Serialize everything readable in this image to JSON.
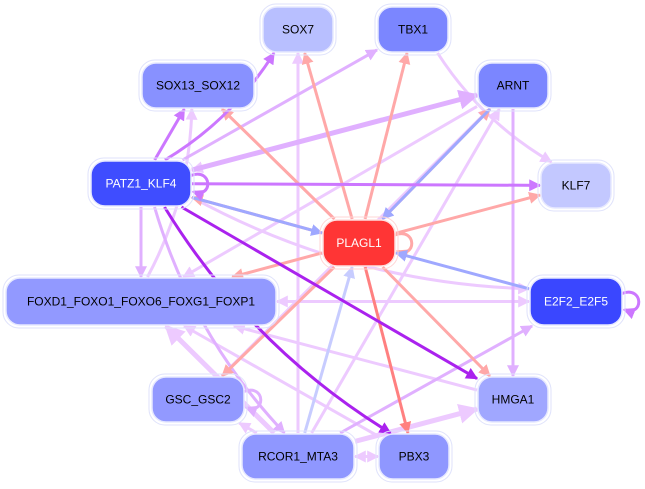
{
  "diagram": {
    "type": "gene-regulatory-network",
    "center_node": "PLAGL1",
    "colors": {
      "edge_pink_red": "#ffa8a8",
      "edge_red": "#ff8080",
      "edge_lilac": "#edcaff",
      "edge_lavender": "#e0b0ff",
      "edge_purple": "#cc77ff",
      "edge_violet": "#aa22ee",
      "edge_blue": "#9fa8ff",
      "edge_lightblue": "#c7ccff"
    },
    "nodes": [
      {
        "id": "SOX7",
        "label": "SOX7",
        "fill": "#b8bfff",
        "text_color": "#000000"
      },
      {
        "id": "TBX1",
        "label": "TBX1",
        "fill": "#7b86ff",
        "text_color": "#000000"
      },
      {
        "id": "SOX13_SOX12",
        "label": "SOX13_SOX12",
        "fill": "#8891ff",
        "text_color": "#000000"
      },
      {
        "id": "ARNT",
        "label": "ARNT",
        "fill": "#7b86ff",
        "text_color": "#000000"
      },
      {
        "id": "PATZ1_KLF4",
        "label": "PATZ1_KLF4",
        "fill": "#3f4dff",
        "text_color": "#ffffff"
      },
      {
        "id": "KLF7",
        "label": "KLF7",
        "fill": "#c3c8ff",
        "text_color": "#000000"
      },
      {
        "id": "PLAGL1",
        "label": "PLAGL1",
        "fill": "#ff3535",
        "text_color": "#ffffff"
      },
      {
        "id": "FOXD1_FOXO1_FOXO6_FOXG1_FOXP1",
        "label": "FOXD1_FOXO1_FOXO6_FOXG1_FOXP1",
        "fill": "#9299ff",
        "text_color": "#000000"
      },
      {
        "id": "E2F2_E2F5",
        "label": "E2F2_E2F5",
        "fill": "#3a47ff",
        "text_color": "#ffffff"
      },
      {
        "id": "GSC_GSC2",
        "label": "GSC_GSC2",
        "fill": "#9299ff",
        "text_color": "#000000"
      },
      {
        "id": "HMGA1",
        "label": "HMGA1",
        "fill": "#a0a7ff",
        "text_color": "#000000"
      },
      {
        "id": "RCOR1_MTA3",
        "label": "RCOR1_MTA3",
        "fill": "#8f97ff",
        "text_color": "#000000"
      },
      {
        "id": "PBX3",
        "label": "PBX3",
        "fill": "#8f97ff",
        "text_color": "#000000"
      }
    ],
    "edges": [
      {
        "from": "PLAGL1",
        "to": "SOX7",
        "color": "edge_pink_red"
      },
      {
        "from": "PLAGL1",
        "to": "TBX1",
        "color": "edge_pink_red"
      },
      {
        "from": "PLAGL1",
        "to": "SOX13_SOX12",
        "color": "edge_pink_red"
      },
      {
        "from": "PLAGL1",
        "to": "ARNT",
        "color": "edge_pink_red"
      },
      {
        "from": "PLAGL1",
        "to": "KLF7",
        "color": "edge_pink_red"
      },
      {
        "from": "PLAGL1",
        "to": "FOXD1_FOXO1_FOXO6_FOXG1_FOXP1",
        "color": "edge_pink_red"
      },
      {
        "from": "PLAGL1",
        "to": "GSC_GSC2",
        "color": "edge_pink_red"
      },
      {
        "from": "PLAGL1",
        "to": "HMGA1",
        "color": "edge_pink_red"
      },
      {
        "from": "PLAGL1",
        "to": "PBX3",
        "color": "edge_red"
      },
      {
        "from": "PLAGL1",
        "to": "PLAGL1",
        "color": "edge_pink_red",
        "self_loop": true
      },
      {
        "from": "PLAGL1",
        "to": "PATZ1_KLF4",
        "color": "edge_pink_red"
      },
      {
        "from": "ARNT",
        "to": "PLAGL1",
        "color": "edge_blue"
      },
      {
        "from": "E2F2_E2F5",
        "to": "PLAGL1",
        "color": "edge_blue"
      },
      {
        "from": "PATZ1_KLF4",
        "to": "PLAGL1",
        "color": "edge_blue"
      },
      {
        "from": "RCOR1_MTA3",
        "to": "PLAGL1",
        "color": "edge_lightblue"
      },
      {
        "from": "PATZ1_KLF4",
        "to": "SOX7",
        "color": "edge_purple",
        "curved": true
      },
      {
        "from": "PATZ1_KLF4",
        "to": "TBX1",
        "color": "edge_lavender"
      },
      {
        "from": "PATZ1_KLF4",
        "to": "SOX13_SOX12",
        "color": "edge_purple"
      },
      {
        "from": "PATZ1_KLF4",
        "to": "ARNT",
        "color": "edge_lavender",
        "thick": true
      },
      {
        "from": "PATZ1_KLF4",
        "to": "KLF7",
        "color": "edge_purple"
      },
      {
        "from": "PATZ1_KLF4",
        "to": "FOXD1_FOXO1_FOXO6_FOXG1_FOXP1",
        "color": "edge_lavender"
      },
      {
        "from": "PATZ1_KLF4",
        "to": "HMGA1",
        "color": "edge_violet"
      },
      {
        "from": "PATZ1_KLF4",
        "to": "PBX3",
        "color": "edge_violet",
        "curved": true
      },
      {
        "from": "PATZ1_KLF4",
        "to": "RCOR1_MTA3",
        "color": "edge_lavender",
        "curved": true
      },
      {
        "from": "PATZ1_KLF4",
        "to": "PATZ1_KLF4",
        "color": "edge_purple",
        "self_loop": true
      },
      {
        "from": "PATZ1_KLF4",
        "to": "E2F2_E2F5",
        "color": "edge_lilac",
        "curved": true
      },
      {
        "from": "ARNT",
        "to": "PATZ1_KLF4",
        "color": "edge_lilac"
      },
      {
        "from": "ARNT",
        "to": "FOXD1_FOXO1_FOXO6_FOXG1_FOXP1",
        "color": "edge_lilac"
      },
      {
        "from": "ARNT",
        "to": "HMGA1",
        "color": "edge_lavender"
      },
      {
        "from": "TBX1",
        "to": "KLF7",
        "color": "edge_lilac",
        "curved": true
      },
      {
        "from": "RCOR1_MTA3",
        "to": "SOX7",
        "color": "edge_lilac"
      },
      {
        "from": "RCOR1_MTA3",
        "to": "ARNT",
        "color": "edge_lilac"
      },
      {
        "from": "RCOR1_MTA3",
        "to": "GSC_GSC2",
        "color": "edge_lilac"
      },
      {
        "from": "RCOR1_MTA3",
        "to": "FOXD1_FOXO1_FOXO6_FOXG1_FOXP1",
        "color": "edge_lilac",
        "thick": true
      },
      {
        "from": "RCOR1_MTA3",
        "to": "HMGA1",
        "color": "edge_lilac",
        "thick": true
      },
      {
        "from": "RCOR1_MTA3",
        "to": "E2F2_E2F5",
        "color": "edge_lavender"
      },
      {
        "from": "RCOR1_MTA3",
        "to": "PBX3",
        "color": "edge_lilac"
      },
      {
        "from": "PBX3",
        "to": "RCOR1_MTA3",
        "color": "edge_lilac"
      },
      {
        "from": "PBX3",
        "to": "FOXD1_FOXO1_FOXO6_FOXG1_FOXP1",
        "color": "edge_lilac"
      },
      {
        "from": "FOXD1_FOXO1_FOXO6_FOXG1_FOXP1",
        "to": "SOX13_SOX12",
        "color": "edge_lilac",
        "curved": true
      },
      {
        "from": "FOXD1_FOXO1_FOXO6_FOXG1_FOXP1",
        "to": "E2F2_E2F5",
        "color": "edge_lilac"
      },
      {
        "from": "E2F2_E2F5",
        "to": "FOXD1_FOXO1_FOXO6_FOXG1_FOXP1",
        "color": "edge_lilac"
      },
      {
        "from": "E2F2_E2F5",
        "to": "E2F2_E2F5",
        "color": "edge_purple",
        "self_loop": true
      },
      {
        "from": "HMGA1",
        "to": "FOXD1_FOXO1_FOXO6_FOXG1_FOXP1",
        "color": "edge_lilac"
      },
      {
        "from": "GSC_GSC2",
        "to": "GSC_GSC2",
        "color": "edge_lavender",
        "self_loop": true
      },
      {
        "from": "GSC_GSC2",
        "to": "ARNT",
        "color": "edge_lilac"
      }
    ]
  }
}
